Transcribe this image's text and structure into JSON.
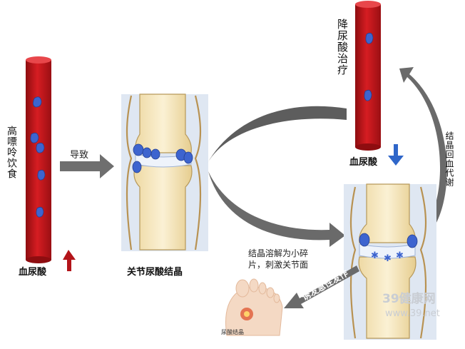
{
  "labels": {
    "left_vertical": "高嘌呤饮食",
    "arrow_cause": "导致",
    "blood_urate_left": "血尿酸",
    "crystal_caption": "关节尿酸结晶",
    "treatment_vertical": "降尿酸治疗",
    "blood_urate_right": "血尿酸",
    "recycle_vertical": "结晶回血代谢",
    "dissolve_line1": "结晶溶解为小碎",
    "dissolve_line2": "片，刺激关节面",
    "trigger_text": "诱发急性发作",
    "foot_label": "尿酸结晶"
  },
  "watermark": {
    "brand": "39健康网",
    "url": "www.39.net"
  },
  "colors": {
    "vessel_red": "#c9161b",
    "crystal_blue": "#3d64cf",
    "arrow_gray": "#6f6f6f",
    "up_arrow_red": "#b3141a",
    "down_arrow_blue": "#2f66c9"
  }
}
